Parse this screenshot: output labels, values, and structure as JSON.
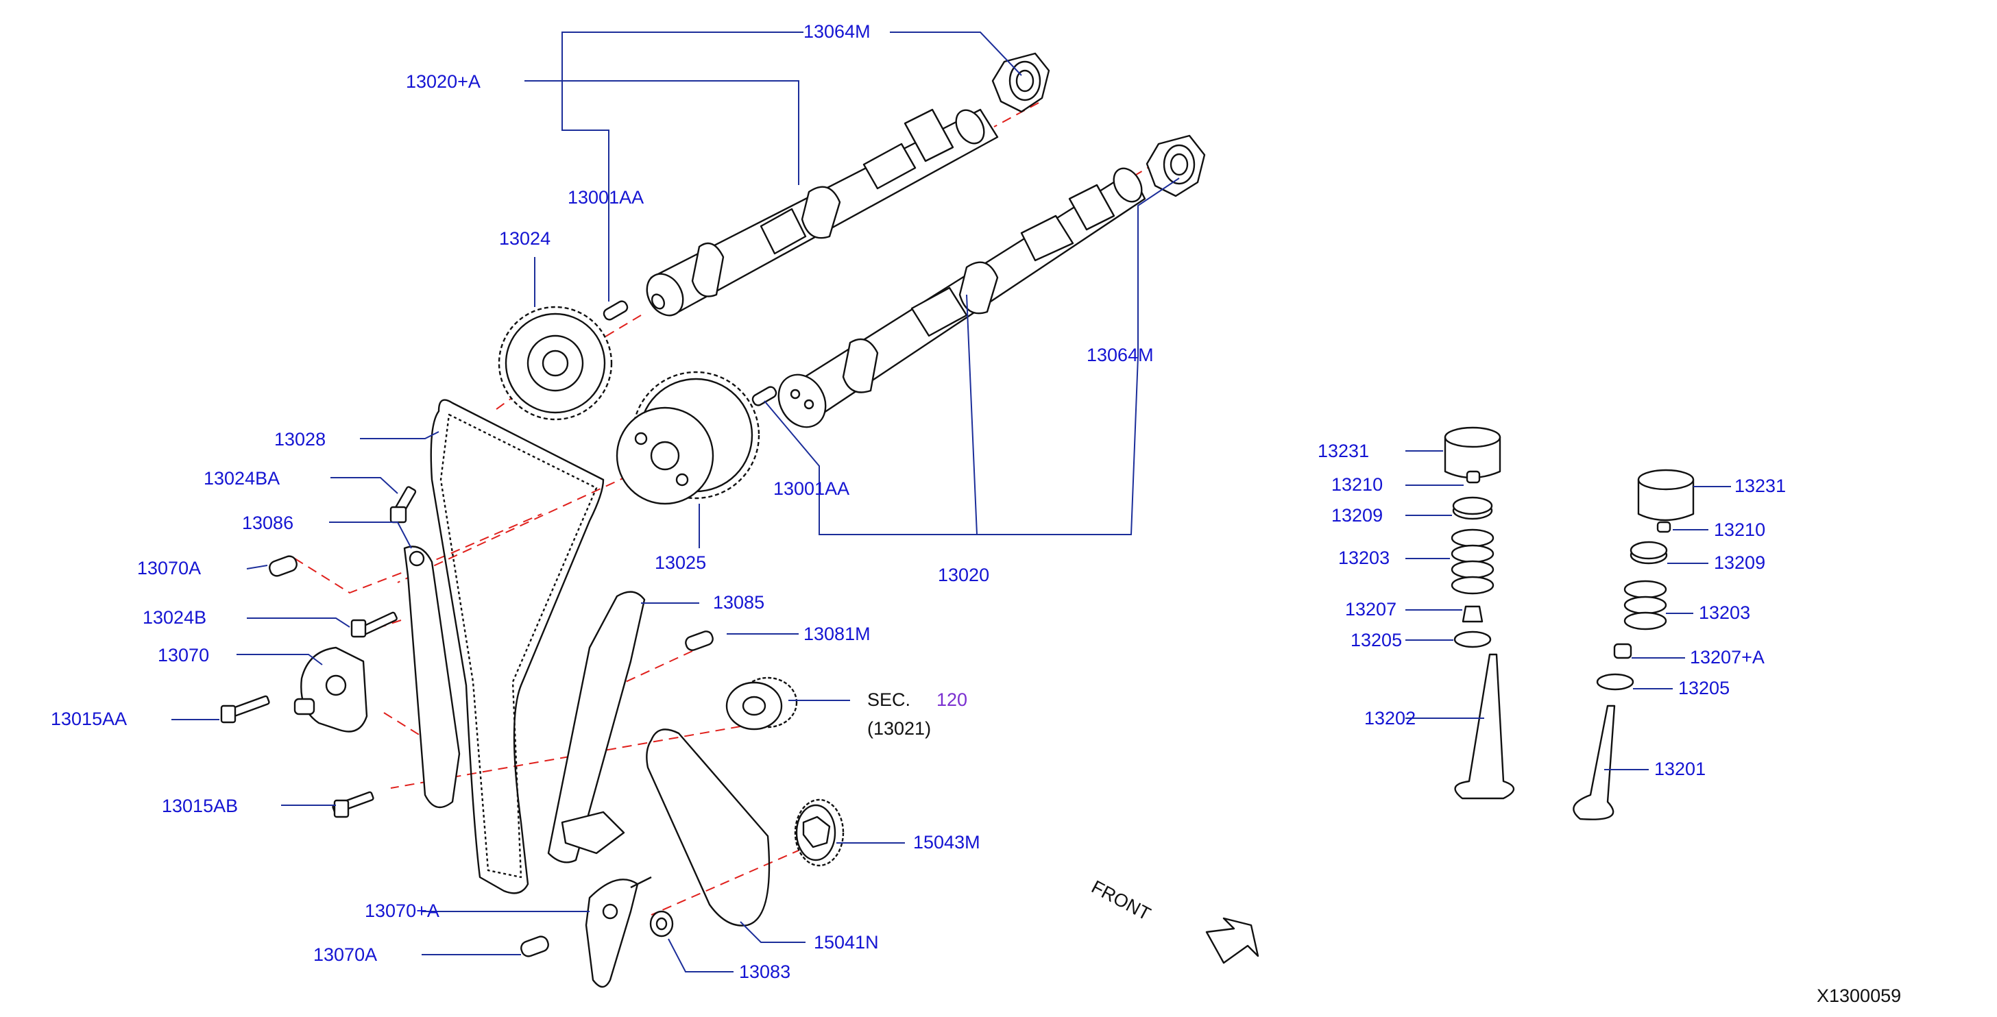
{
  "diagram_id": "X1300059",
  "front_label": "FRONT",
  "callouts": {
    "c13064M_top": "13064M",
    "c13020A": "13020+A",
    "c13001AA_top": "13001AA",
    "c13024": "13024",
    "c13064M_right": "13064M",
    "c13028": "13028",
    "c13024BA": "13024BA",
    "c13086": "13086",
    "c13070A_upper": "13070A",
    "c13024B": "13024B",
    "c13070": "13070",
    "c13015AA": "13015AA",
    "c13015AB": "13015AB",
    "c13001AA_mid": "13001AA",
    "c13025": "13025",
    "c13020": "13020",
    "c13085": "13085",
    "c13081M": "13081M",
    "sec_prefix": "SEC.",
    "sec_number": "120",
    "sec_sub": "(13021)",
    "c15043M": "15043M",
    "c13070A_plus": "13070+A",
    "c13070A_lower": "13070A",
    "c15041N": "15041N",
    "c13083": "13083",
    "c13231_left": "13231",
    "c13210_left": "13210",
    "c13209_left": "13209",
    "c13203_left": "13203",
    "c13207": "13207",
    "c13205_left": "13205",
    "c13202": "13202",
    "c13231_right": "13231",
    "c13210_right": "13210",
    "c13209_right": "13209",
    "c13203_right": "13203",
    "c13207A": "13207+A",
    "c13205_right": "13205",
    "c13201": "13201"
  },
  "colors": {
    "callout_text": "#1414d2",
    "leader_line": "#1c2e9a",
    "alignment_dash": "#e0201c",
    "section_ref": "#7a2fd0",
    "part_outline": "#111111"
  }
}
